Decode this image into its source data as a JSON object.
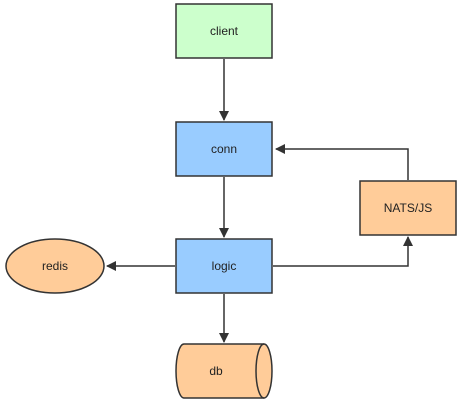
{
  "diagram": {
    "nodes": {
      "client": {
        "label": "client",
        "color": "#ccffcc"
      },
      "conn": {
        "label": "conn",
        "color": "#99ccff"
      },
      "logic": {
        "label": "logic",
        "color": "#99ccff"
      },
      "nats": {
        "label": "NATS/JS",
        "color": "#ffcc99"
      },
      "redis": {
        "label": "redis",
        "color": "#ffcc99"
      },
      "db": {
        "label": "db",
        "color": "#ffcc99"
      }
    },
    "edges": [
      {
        "from": "client",
        "to": "conn"
      },
      {
        "from": "conn",
        "to": "logic"
      },
      {
        "from": "logic",
        "to": "redis"
      },
      {
        "from": "logic",
        "to": "db"
      },
      {
        "from": "logic",
        "to": "nats"
      },
      {
        "from": "nats",
        "to": "conn"
      }
    ],
    "stroke_color": "#333333"
  }
}
